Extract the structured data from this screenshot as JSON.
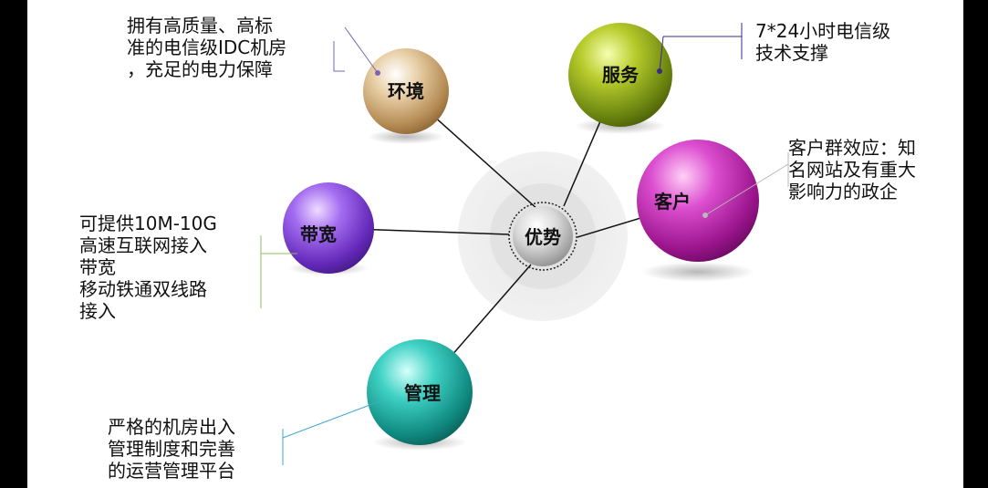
{
  "center": {
    "label": "优势"
  },
  "nodes": [
    {
      "id": "env",
      "label": "环境",
      "color": "#d9b98a",
      "description": [
        "拥有高质量、高标",
        "准的电信级IDC机房",
        "，充足的电力保障"
      ]
    },
    {
      "id": "svc",
      "label": "服务",
      "color": "#9bb21e",
      "description": [
        "7*24小时电信级",
        "技术支撑"
      ]
    },
    {
      "id": "cust",
      "label": "客户",
      "color": "#c52fb8",
      "description": [
        "客户群效应：知",
        "名网站及有重大",
        "影响力的政企"
      ]
    },
    {
      "id": "bw",
      "label": "带宽",
      "color": "#8a47d6",
      "description": [
        "可提供10M-10G",
        "高速互联网接入",
        "带宽",
        "移动铁通双线路",
        "接入"
      ]
    },
    {
      "id": "mgmt",
      "label": "管理",
      "color": "#23b3a7",
      "description": [
        "严格的机房出入",
        "管理制度和完善",
        "的运营管理平台"
      ]
    }
  ]
}
